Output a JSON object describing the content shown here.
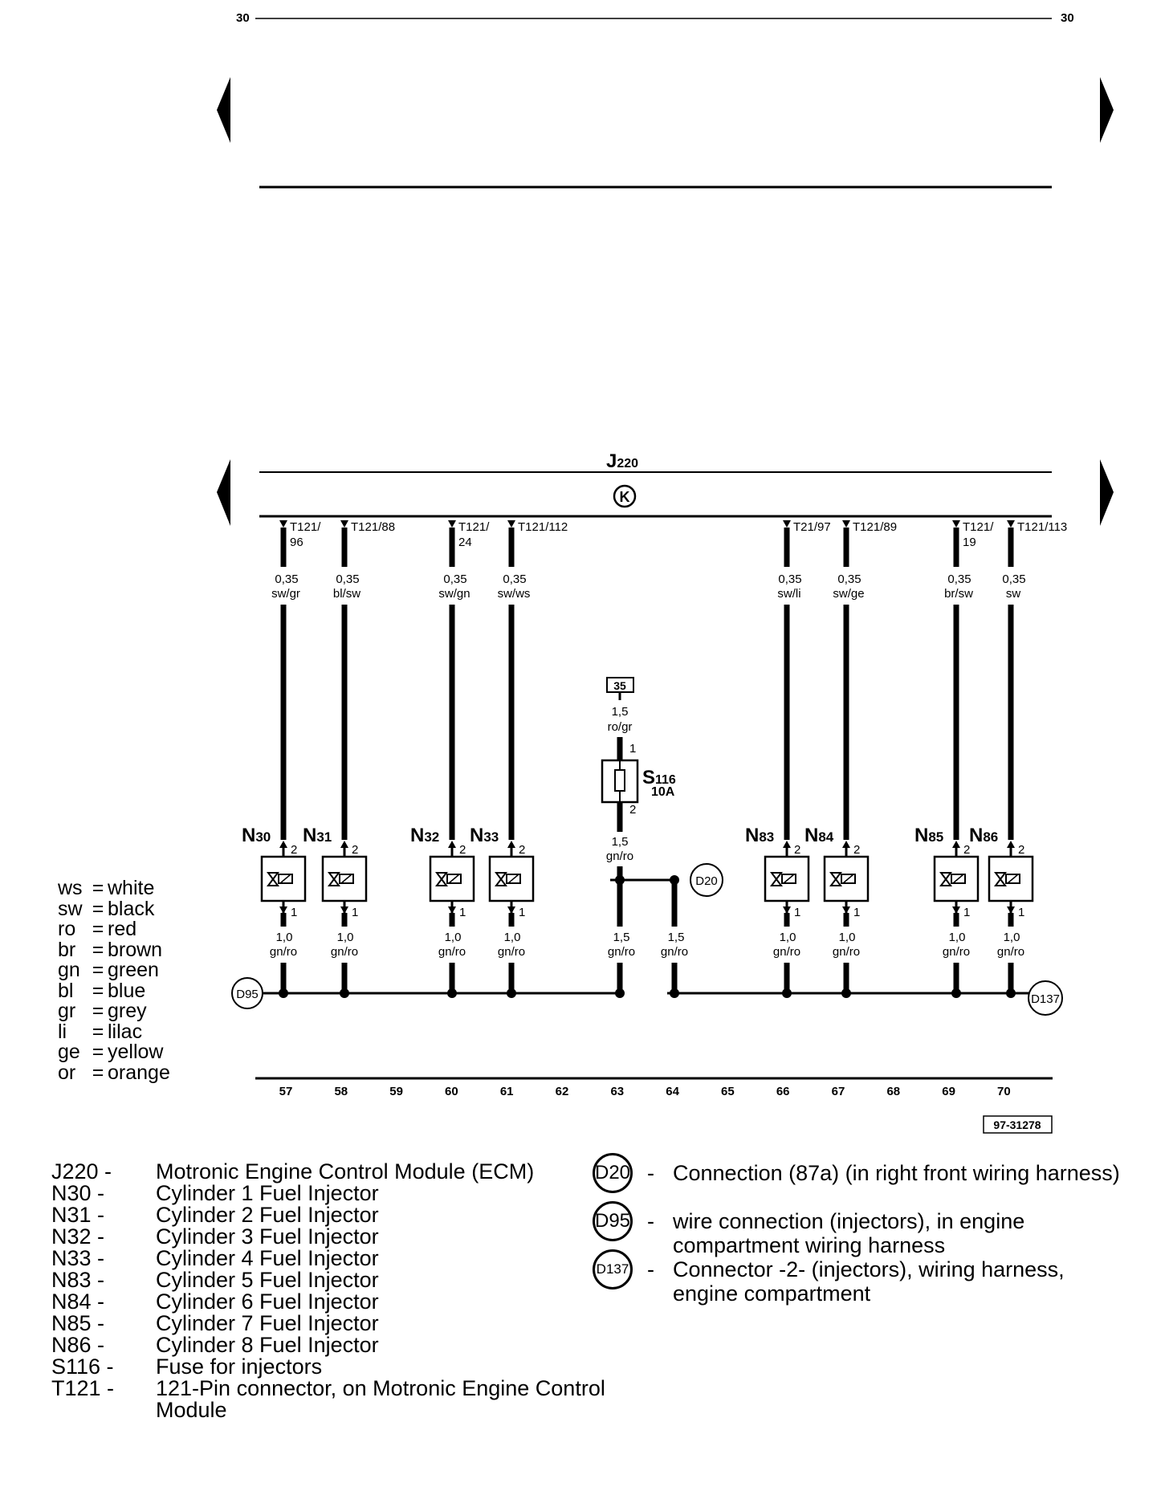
{
  "page": {
    "number_left": "30",
    "number_right": "30",
    "figure_id": "97-31278"
  },
  "ecm": {
    "label": "J",
    "sub": "220",
    "symbol": "K"
  },
  "pins": [
    {
      "l1": "T121/",
      "l2": "96"
    },
    {
      "l1": "T121/88",
      "l2": ""
    },
    {
      "l1": "T121/",
      "l2": "24"
    },
    {
      "l1": "T121/112",
      "l2": ""
    },
    {
      "l1": "T21/97",
      "l2": ""
    },
    {
      "l1": "T121/89",
      "l2": ""
    },
    {
      "l1": "T121/",
      "l2": "19"
    },
    {
      "l1": "T121/113",
      "l2": ""
    }
  ],
  "upper_wires": [
    {
      "size": "0,35",
      "color": "sw/gr"
    },
    {
      "size": "0,35",
      "color": "bl/sw"
    },
    {
      "size": "0,35",
      "color": "sw/gn"
    },
    {
      "size": "0,35",
      "color": "sw/ws"
    },
    {
      "size": "0,35",
      "color": "sw/li"
    },
    {
      "size": "0,35",
      "color": "sw/ge"
    },
    {
      "size": "0,35",
      "color": "br/sw"
    },
    {
      "size": "0,35",
      "color": "sw"
    }
  ],
  "injectors": [
    {
      "letter": "N",
      "sub": "30",
      "pin_top": "2",
      "pin_bottom": "1"
    },
    {
      "letter": "N",
      "sub": "31",
      "pin_top": "2",
      "pin_bottom": "1"
    },
    {
      "letter": "N",
      "sub": "32",
      "pin_top": "2",
      "pin_bottom": "1"
    },
    {
      "letter": "N",
      "sub": "33",
      "pin_top": "2",
      "pin_bottom": "1"
    },
    {
      "letter": "N",
      "sub": "83",
      "pin_top": "2",
      "pin_bottom": "1"
    },
    {
      "letter": "N",
      "sub": "84",
      "pin_top": "2",
      "pin_bottom": "1"
    },
    {
      "letter": "N",
      "sub": "85",
      "pin_top": "2",
      "pin_bottom": "1"
    },
    {
      "letter": "N",
      "sub": "86",
      "pin_top": "2",
      "pin_bottom": "1"
    }
  ],
  "lower_wires": [
    {
      "size": "1,0",
      "color": "gn/ro"
    },
    {
      "size": "1,0",
      "color": "gn/ro"
    },
    {
      "size": "1,0",
      "color": "gn/ro"
    },
    {
      "size": "1,0",
      "color": "gn/ro"
    },
    {
      "size": "1,0",
      "color": "gn/ro"
    },
    {
      "size": "1,0",
      "color": "gn/ro"
    },
    {
      "size": "1,0",
      "color": "gn/ro"
    },
    {
      "size": "1,0",
      "color": "gn/ro"
    }
  ],
  "fuse": {
    "source": "35",
    "in_size": "1,5",
    "in_color": "ro/gr",
    "pin_top": "1",
    "pin_bottom": "2",
    "label": "S",
    "sub": "116",
    "rating": "10A",
    "out_size": "1,5",
    "out_color": "gn/ro",
    "center_size": "1,5",
    "center_color": "gn/ro",
    "right_size": "1,5",
    "right_color": "gn/ro"
  },
  "connections": {
    "d20": "D20",
    "d95": "D95",
    "d137": "D137"
  },
  "tracks": [
    "57",
    "58",
    "59",
    "60",
    "61",
    "62",
    "63",
    "64",
    "65",
    "66",
    "67",
    "68",
    "69",
    "70"
  ],
  "color_codes": [
    {
      "abbr": "ws",
      "eq": "=",
      "name": "white"
    },
    {
      "abbr": "sw",
      "eq": "=",
      "name": "black"
    },
    {
      "abbr": "ro",
      "eq": "=",
      "name": "red"
    },
    {
      "abbr": "br",
      "eq": "=",
      "name": "brown"
    },
    {
      "abbr": "gn",
      "eq": "=",
      "name": "green"
    },
    {
      "abbr": "bl",
      "eq": "=",
      "name": "blue"
    },
    {
      "abbr": "gr",
      "eq": "=",
      "name": "grey"
    },
    {
      "abbr": "li",
      "eq": "=",
      "name": "lilac"
    },
    {
      "abbr": "ge",
      "eq": "=",
      "name": "yellow"
    },
    {
      "abbr": "or",
      "eq": "=",
      "name": "orange"
    }
  ],
  "components": [
    {
      "code": "J220 -",
      "desc": "Motronic Engine Control Module (ECM)"
    },
    {
      "code": "N30 -",
      "desc": "Cylinder 1 Fuel Injector"
    },
    {
      "code": "N31 -",
      "desc": "Cylinder 2 Fuel Injector"
    },
    {
      "code": "N32 -",
      "desc": "Cylinder 3 Fuel Injector"
    },
    {
      "code": "N33 -",
      "desc": "Cylinder 4 Fuel Injector"
    },
    {
      "code": "N83 -",
      "desc": "Cylinder 5 Fuel Injector"
    },
    {
      "code": "N84 -",
      "desc": "Cylinder 6 Fuel Injector"
    },
    {
      "code": "N85 -",
      "desc": "Cylinder 7 Fuel Injector"
    },
    {
      "code": "N86 -",
      "desc": "Cylinder 8 Fuel Injector"
    },
    {
      "code": "S116 -",
      "desc": "Fuse for injectors"
    },
    {
      "code": "T121 -",
      "desc": "121-Pin connector, on Motronic Engine Control"
    },
    {
      "code": "",
      "desc": "Module"
    }
  ],
  "connection_legend": [
    {
      "symbol": "D20",
      "dash": "-",
      "line1": "Connection (87a) (in right front wiring harness)",
      "line2": ""
    },
    {
      "symbol": "D95",
      "dash": "-",
      "line1": "wire connection (injectors), in engine",
      "line2": "compartment wiring harness"
    },
    {
      "symbol": "D137",
      "dash": "-",
      "line1": "Connector -2- (injectors), wiring harness,",
      "line2": "engine compartment"
    }
  ]
}
